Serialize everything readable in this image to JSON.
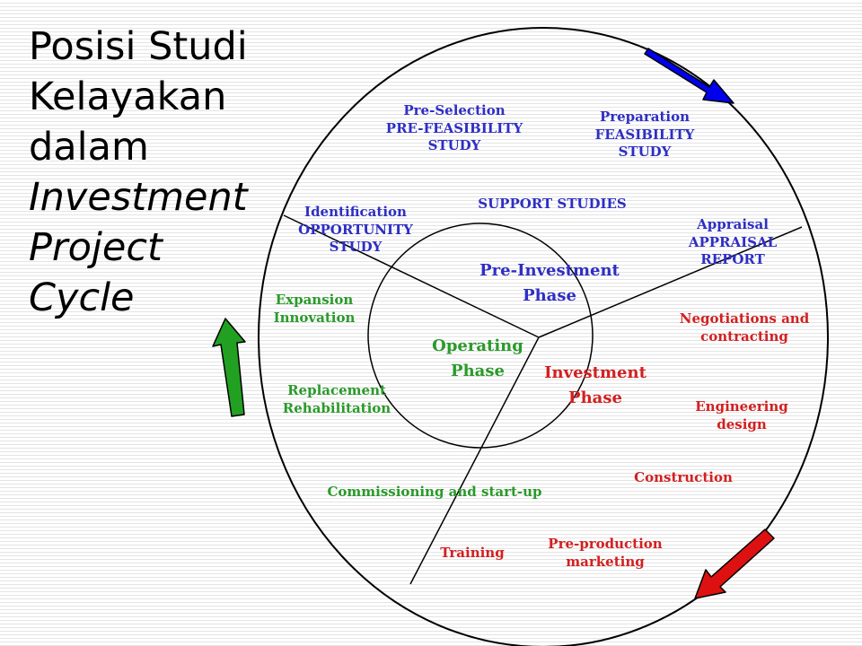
{
  "title": {
    "line1": "Posisi Studi",
    "line2": "Kelayakan",
    "line3": "dalam",
    "line4": "Investment",
    "line5": "Project",
    "line6": "Cycle"
  },
  "phases": {
    "pre_investment": [
      "Pre-Investment",
      "Phase"
    ],
    "operating": [
      "Operating",
      "Phase"
    ],
    "investment": [
      "Investment",
      "Phase"
    ]
  },
  "labels": {
    "pre_selection": [
      "Pre-Selection",
      "PRE-FEASIBILITY",
      "STUDY"
    ],
    "preparation": [
      "Preparation",
      "FEASIBILITY",
      "STUDY"
    ],
    "identification": [
      "Identification",
      "OPPORTUNITY",
      "STUDY"
    ],
    "support_studies": "SUPPORT STUDIES",
    "appraisal": [
      "Appraisal",
      "APPRAISAL",
      "REPORT"
    ],
    "expansion": [
      "Expansion",
      "Innovation"
    ],
    "negotiations": [
      "Negotiations and",
      "contracting"
    ],
    "replacement": [
      "Replacement",
      "Rehabilitation"
    ],
    "engineering": [
      "Engineering",
      "design"
    ],
    "construction": "Construction",
    "commissioning": "Commissioning and start-up",
    "training": "Training",
    "pre_production": [
      "Pre-production",
      "marketing"
    ]
  },
  "colors": {
    "blue_text": "#2e2ec4",
    "green_text": "#2a9a2a",
    "red_text": "#d22020",
    "arrow_blue": "#0000ee",
    "arrow_green": "#22a022",
    "arrow_red": "#dd1111"
  }
}
